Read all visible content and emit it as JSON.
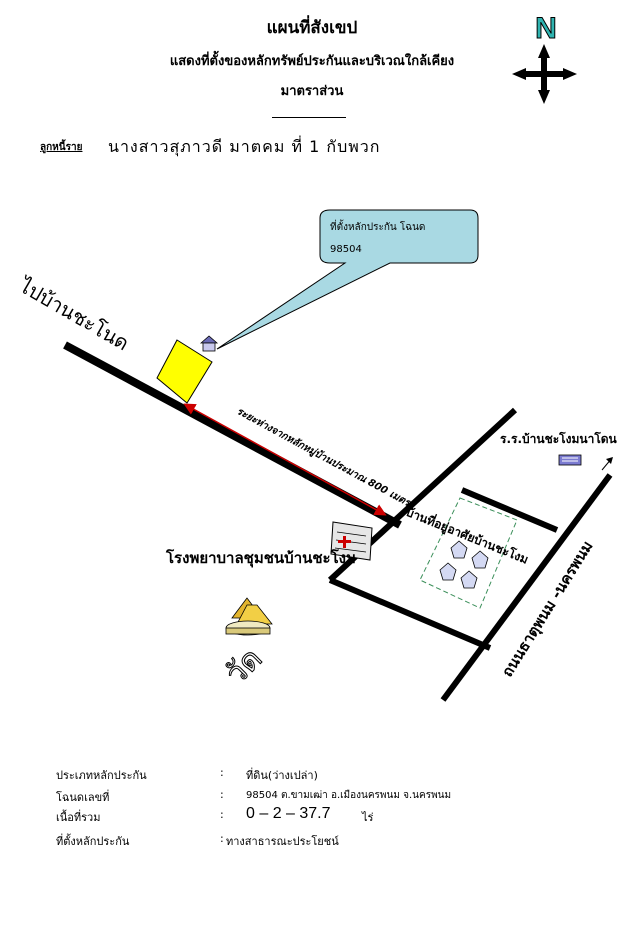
{
  "header": {
    "title": "แผนที่สังเขป",
    "subtitle": "แสดงที่ตั้งของหลักทรัพย์ประกันและบริเวณใกล้เคียง",
    "scale": "มาตราส่วน"
  },
  "owner": {
    "label": "ลูกหนี้ราย",
    "name": "นางสาวสุภาวดี   มาตคม ที่ 1  กับพวก"
  },
  "compass": {
    "letter": "N",
    "color": "#2fb3b0"
  },
  "map": {
    "callout_line1": "ที่ตั้งหลักประกัน โฉนด",
    "callout_line2": "98504",
    "road_to_village": "ไปบ้านชะโนด",
    "distance_note": "ระยะห่างจากหลักหมู่บ้านประมาณ 800 เมตร",
    "school": "ร.ร.บ้านชะโงมนาโดน",
    "community_house": "บ้านที่อยู่อาศัยบ้านชะโงม",
    "hospital": "โรงพยาบาลชุมชนบ้านชะโงม",
    "temple": "วัด",
    "highway": "ถนนธาตุพนม -นครพนม",
    "colors": {
      "plot": "#ffff00",
      "callout": "#a9d9e3",
      "road": "#000000",
      "arrow": "#cc0000"
    }
  },
  "info": {
    "type_label": "ประเภทหลักประกัน",
    "type_value": "ที่ดิน(ว่างเปล่า)",
    "deed_label": "โฉนดเลขที่",
    "deed_value": "98504   ต.ขามเฒ่า  อ.เมืองนครพนม   จ.นครพนม",
    "area_label": "เนื้อที่รวม",
    "area_value": "0 – 2 – 37.7",
    "area_unit": "ไร่",
    "location_label": "ที่ตั้งหลักประกัน",
    "location_value": "ทางสาธารณะประโยชน์",
    "colon": ":"
  }
}
